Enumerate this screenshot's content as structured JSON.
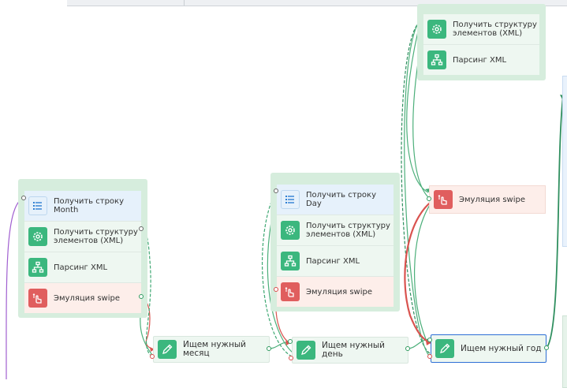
{
  "groups": [
    {
      "id": "left",
      "steps": [
        {
          "label": "Получить строку\nMonth",
          "icon": "list-icon",
          "tone": "blue"
        },
        {
          "label": "Получить структуру\nэлементов (XML)",
          "icon": "gear-icon",
          "tone": "green"
        },
        {
          "label": "Парсинг XML",
          "icon": "hierarchy-icon",
          "tone": "green"
        },
        {
          "label": "Эмуляция swipe",
          "icon": "swipe-hand-icon",
          "tone": "red"
        }
      ]
    },
    {
      "id": "middle",
      "steps": [
        {
          "label": "Получить строку Day",
          "icon": "list-icon",
          "tone": "blue"
        },
        {
          "label": "Получить структуру\nэлементов (XML)",
          "icon": "gear-icon",
          "tone": "green"
        },
        {
          "label": "Парсинг XML",
          "icon": "hierarchy-icon",
          "tone": "green"
        },
        {
          "label": "Эмуляция swipe",
          "icon": "swipe-hand-icon",
          "tone": "red"
        }
      ]
    },
    {
      "id": "top-right",
      "steps": [
        {
          "label": "Получить структуру\nэлементов (XML)",
          "icon": "gear-icon",
          "tone": "green"
        },
        {
          "label": "Парсинг XML",
          "icon": "hierarchy-icon",
          "tone": "green"
        }
      ]
    }
  ],
  "standalone": {
    "label": "Эмуляция swipe",
    "icon": "swipe-hand-icon"
  },
  "nodes": [
    {
      "id": "month",
      "label": "Ищем нужный месяц",
      "icon": "pencil-icon"
    },
    {
      "id": "day",
      "label": "Ищем нужный день",
      "icon": "pencil-icon"
    },
    {
      "id": "year",
      "label": "Ищем нужный год",
      "icon": "pencil-icon",
      "selected": true
    }
  ],
  "colors": {
    "group_bg": "#d6eddd",
    "wire_green": "#4caf7a",
    "wire_green_dark": "#2f8f5f",
    "wire_red": "#d9534f",
    "wire_purple": "#a05fd0",
    "selection": "#2e6fd6"
  }
}
